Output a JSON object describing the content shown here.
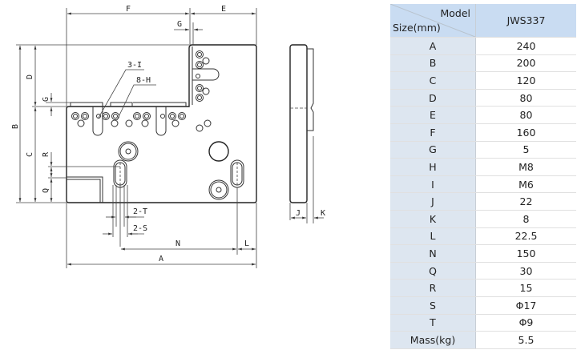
{
  "drawing": {
    "front_view_labels": {
      "F": "F",
      "E": "E",
      "G_top": "G",
      "D": "D",
      "G_left": "G",
      "B": "B",
      "C": "C",
      "R": "R",
      "Q": "Q",
      "callout_I": "3-I",
      "callout_H": "8-H",
      "T": "2-T",
      "S": "2-S",
      "N": "N",
      "L": "L",
      "A": "A"
    },
    "side_view_labels": {
      "J": "J",
      "K": "K"
    }
  },
  "table": {
    "header_model": "Model",
    "header_size": "Size(mm)",
    "model_name": "JWS337",
    "rows": [
      {
        "key": "A",
        "value": "240"
      },
      {
        "key": "B",
        "value": "200"
      },
      {
        "key": "C",
        "value": "120"
      },
      {
        "key": "D",
        "value": "80"
      },
      {
        "key": "E",
        "value": "80"
      },
      {
        "key": "F",
        "value": "160"
      },
      {
        "key": "G",
        "value": "5"
      },
      {
        "key": "H",
        "value": "M8"
      },
      {
        "key": "I",
        "value": "M6"
      },
      {
        "key": "J",
        "value": "22"
      },
      {
        "key": "K",
        "value": "8"
      },
      {
        "key": "L",
        "value": "22.5"
      },
      {
        "key": "N",
        "value": "150"
      },
      {
        "key": "Q",
        "value": "30"
      },
      {
        "key": "R",
        "value": "15"
      },
      {
        "key": "S",
        "value": "Φ17"
      },
      {
        "key": "T",
        "value": "Φ9"
      },
      {
        "key": "Mass(kg)",
        "value": "5.5"
      }
    ]
  }
}
